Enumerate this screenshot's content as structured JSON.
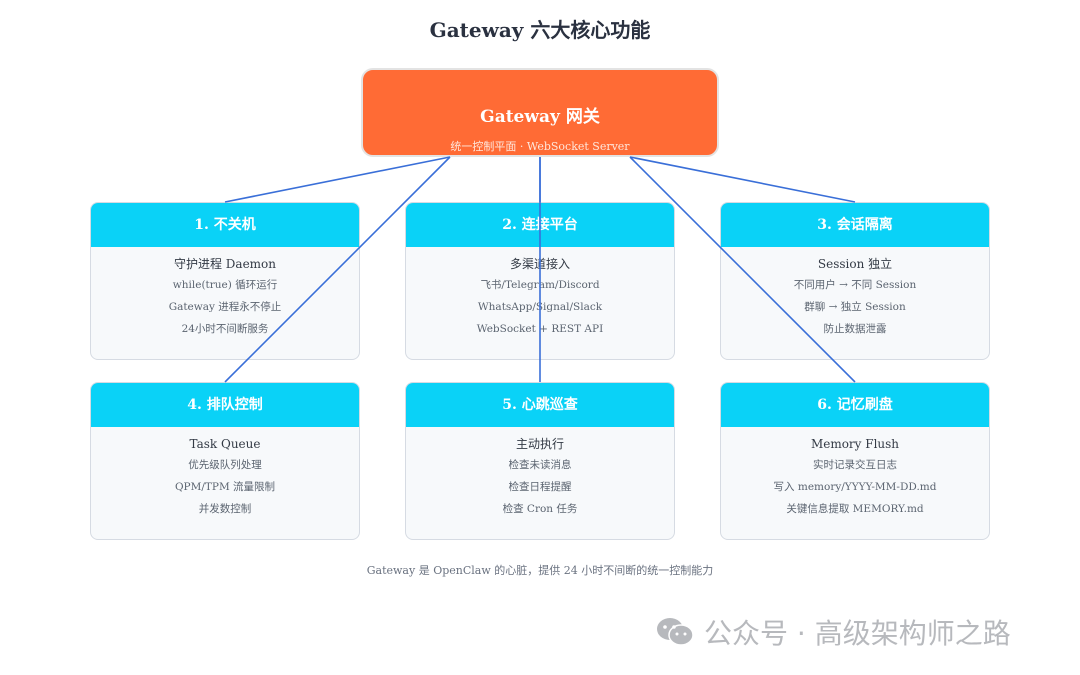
{
  "title": "Gateway 六大核心功能",
  "gateway": {
    "title": "Gateway 网关",
    "subtitle": "统一控制平面 · WebSocket Server"
  },
  "cards": [
    {
      "header": "1. 不关机",
      "subtitle": "守护进程 Daemon",
      "items": [
        "while(true) 循环运行",
        "Gateway 进程永不停止",
        "24小时不间断服务"
      ]
    },
    {
      "header": "2. 连接平台",
      "subtitle": "多渠道接入",
      "items": [
        "飞书/Telegram/Discord",
        "WhatsApp/Signal/Slack",
        "WebSocket + REST API"
      ]
    },
    {
      "header": "3. 会话隔离",
      "subtitle": "Session 独立",
      "items": [
        "不同用户 → 不同 Session",
        "群聊 → 独立 Session",
        "防止数据泄露"
      ]
    },
    {
      "header": "4. 排队控制",
      "subtitle": "Task Queue",
      "items": [
        "优先级队列处理",
        "QPM/TPM 流量限制",
        "并发数控制"
      ]
    },
    {
      "header": "5. 心跳巡查",
      "subtitle": "主动执行",
      "items": [
        "检查未读消息",
        "检查日程提醒",
        "检查 Cron 任务"
      ]
    },
    {
      "header": "6. 记忆刷盘",
      "subtitle": "Memory Flush",
      "items": [
        "实时记录交互日志",
        "写入 memory/YYYY-MM-DD.md",
        "关键信息提取 MEMORY.md"
      ]
    }
  ],
  "footer": "Gateway 是 OpenClaw 的心脏，提供 24 小时不间断的统一控制能力",
  "watermark": "公众号 · 高级架构师之路",
  "colors": {
    "gateway": "#ff6b35",
    "card_header": "#0ad2f7",
    "connector": "#3a6fd8"
  }
}
